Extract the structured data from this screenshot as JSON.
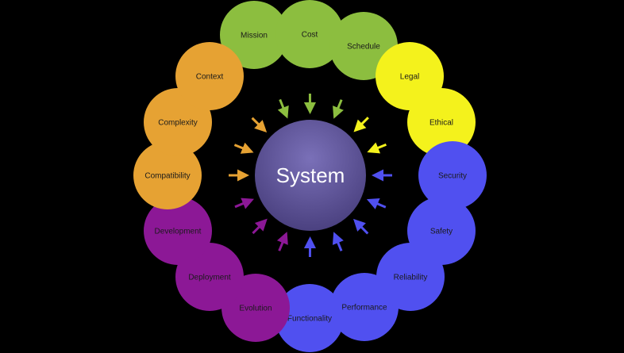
{
  "center": {
    "label": "System",
    "color": "#6a5fa8"
  },
  "colors": {
    "green": "#8cbe3f",
    "yellow": "#f4f21c",
    "blue": "#5050f0",
    "purple": "#8c1896",
    "orange": "#e6a233"
  },
  "nodes": [
    {
      "label": "Mission",
      "group": "green"
    },
    {
      "label": "Cost",
      "group": "green"
    },
    {
      "label": "Schedule",
      "group": "green"
    },
    {
      "label": "Legal",
      "group": "yellow"
    },
    {
      "label": "Ethical",
      "group": "yellow"
    },
    {
      "label": "Security",
      "group": "blue"
    },
    {
      "label": "Safety",
      "group": "blue"
    },
    {
      "label": "Reliability",
      "group": "blue"
    },
    {
      "label": "Performance",
      "group": "blue"
    },
    {
      "label": "Functionality",
      "group": "blue"
    },
    {
      "label": "Evolution",
      "group": "purple"
    },
    {
      "label": "Deployment",
      "group": "purple"
    },
    {
      "label": "Development",
      "group": "purple"
    },
    {
      "label": "Compatibility",
      "group": "orange"
    },
    {
      "label": "Complexity",
      "group": "orange"
    },
    {
      "label": "Context",
      "group": "orange"
    }
  ]
}
